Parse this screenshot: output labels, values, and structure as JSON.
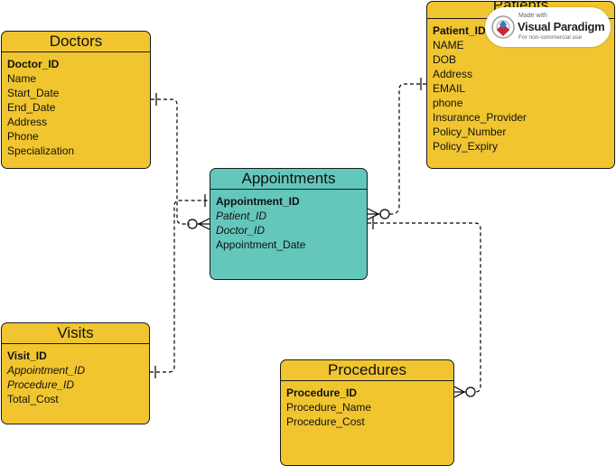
{
  "entities": {
    "doctors": {
      "title": "Doctors",
      "attributes": [
        "Doctor_ID",
        "Name",
        "Start_Date",
        "End_Date",
        "Address",
        "Phone",
        "Specialization"
      ]
    },
    "patients": {
      "title": "Patients",
      "attributes": [
        "Patient_ID",
        "NAME",
        "DOB",
        "Address",
        "EMAIL",
        "phone",
        "Insurance_Provider",
        "Policy_Number",
        "Policy_Expiry"
      ]
    },
    "appointments": {
      "title": "Appointments",
      "attributes": [
        "Appointment_ID",
        "Patient_ID",
        "Doctor_ID",
        "Appointment_Date"
      ]
    },
    "visits": {
      "title": "Visits",
      "attributes": [
        "Visit_ID",
        "Appointment_ID",
        "Procedure_ID",
        "Total_Cost"
      ]
    },
    "procedures": {
      "title": "Procedures",
      "attributes": [
        "Procedure_ID",
        "Procedure_Name",
        "Procedure_Cost"
      ]
    }
  },
  "watermark": {
    "small_text": "Made with",
    "brand": "Visual Paradigm",
    "note": "For non-commercial use"
  },
  "colors": {
    "entity_fill": "#f0c530",
    "highlight_fill": "#64c7bc",
    "border": "#1a1a1a"
  }
}
